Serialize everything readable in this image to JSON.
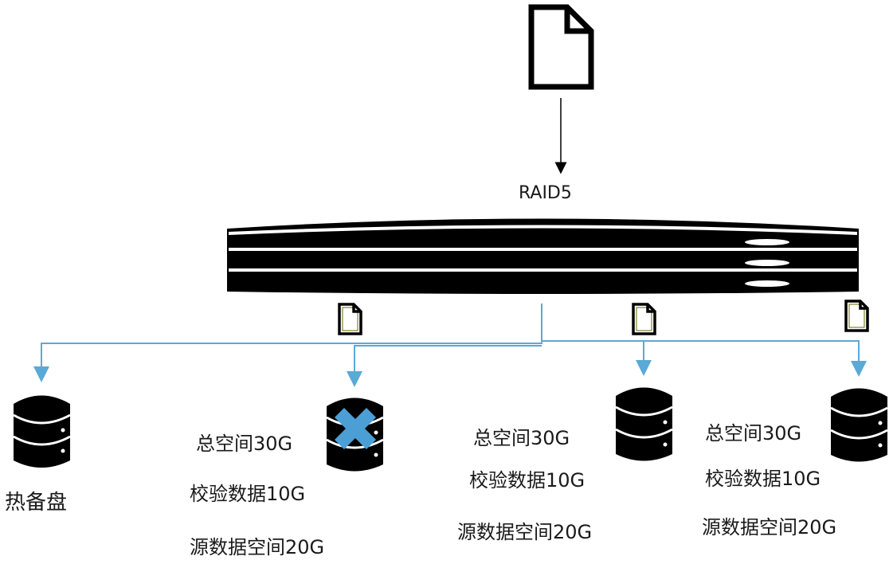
{
  "raid_label": "RAID5",
  "hot_spare": {
    "label": "热备盘"
  },
  "disks": [
    {
      "total": "总空间30G",
      "parity": "校验数据10G",
      "source": "源数据空间20G",
      "failed": true
    },
    {
      "total": "总空间30G",
      "parity": "校验数据10G",
      "source": "源数据空间20G",
      "failed": false
    },
    {
      "total": "总空间30G",
      "parity": "校验数据10G",
      "source": "源数据空间20G",
      "failed": false
    }
  ],
  "colors": {
    "connector": "#5aa9d6",
    "fail_mark": "#4b9fd5",
    "doc_outline": "#6b6b00",
    "ink": "#000000"
  },
  "icons": [
    "file-icon",
    "raid-array-icon",
    "database-icon",
    "fail-x-icon",
    "small-file-icon"
  ]
}
